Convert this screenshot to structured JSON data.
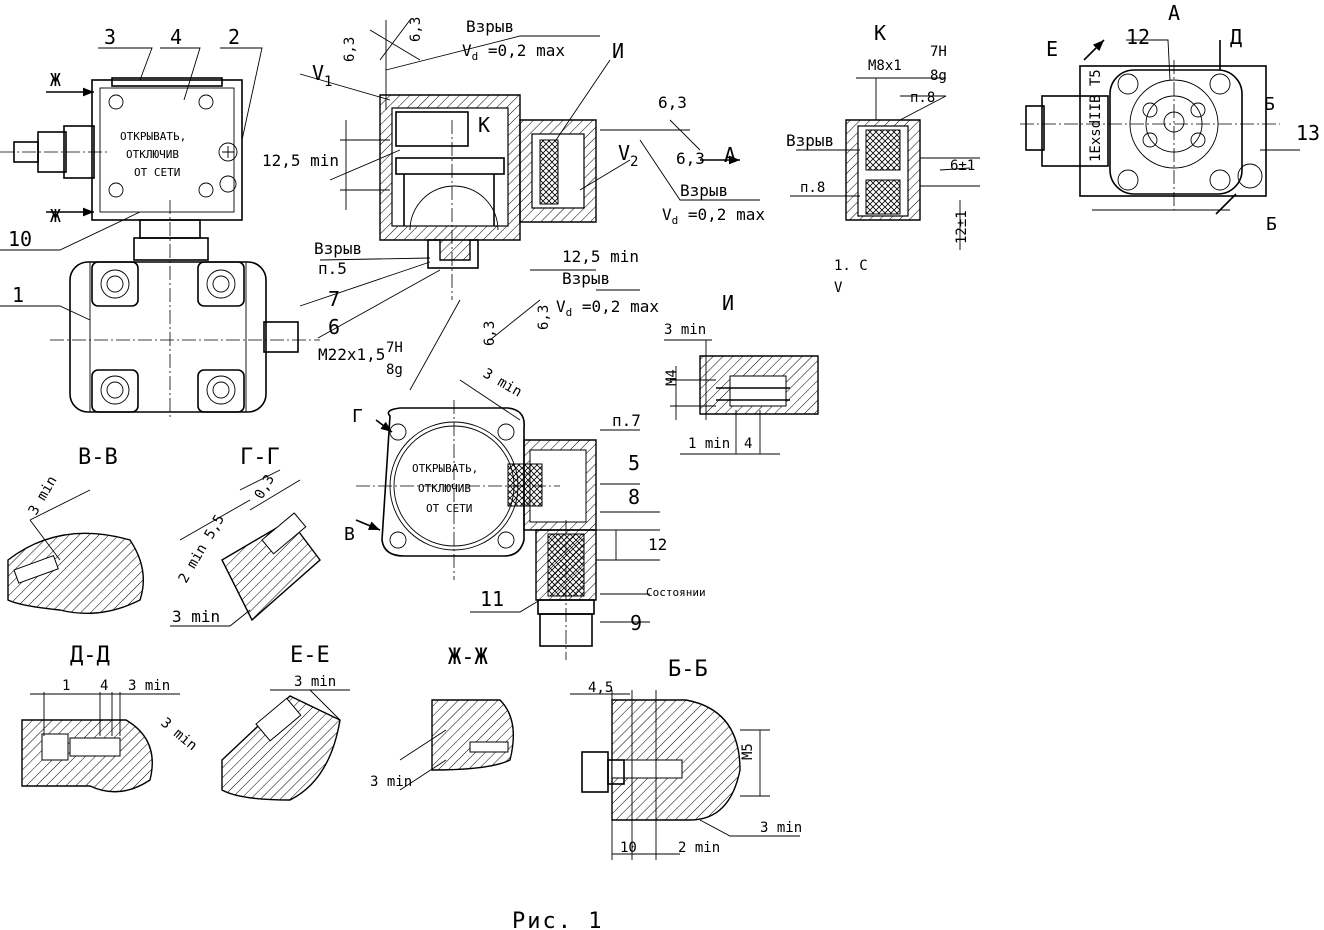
{
  "main_view": {
    "label_1": "1",
    "label_2": "2",
    "label_3": "3",
    "label_4": "4",
    "label_10": "10",
    "plate_line1": "ОТКРЫВАТЬ,",
    "plate_line2": "ОТКЛЮЧИВ",
    "plate_line3": "ОТ СЕТИ",
    "arrow_zh": "Ж"
  },
  "section_v1": {
    "v1": "V",
    "v1_sub": "1",
    "v2": "V",
    "v2_sub": "2",
    "dim_63": "6,3",
    "vzryv": "Взрыв",
    "vd": "V",
    "vd_sub": "d",
    "vd_val": " =0,2 max",
    "min125": "12,5 min",
    "k": "К",
    "i": "И",
    "a": "А",
    "p5": "п.5",
    "l6": "6",
    "l7": "7",
    "thread": "М22x1,5",
    "thread_top": "7H",
    "thread_bot": "8g"
  },
  "view_k": {
    "title": "К",
    "thread": "М8x1",
    "thread_top": "7H",
    "thread_bot": "8g",
    "p8": "п.8",
    "vzryv": "Взрыв",
    "dim_6": "6±1",
    "dim_12": "12±1",
    "note": "1. С",
    "note_v1": "V"
  },
  "view_a": {
    "title": "А",
    "e": "Е",
    "d": "Д",
    "b": "Б",
    "l12": "12",
    "l13": "13",
    "marking": "1ExsdIIB T5"
  },
  "detail_i": {
    "title": "И",
    "min3": "3 min",
    "min1": "1 min",
    "m4": "М4",
    "d4": "4"
  },
  "front_view": {
    "g": "Г",
    "v": "В",
    "plate_line1": "ОТКРЫВАТЬ,",
    "plate_line2": "ОТКЛЮЧИВ",
    "plate_line3": "ОТ СЕТИ",
    "min3": "3 min",
    "p7": "п.7",
    "l5": "5",
    "l8": "8",
    "l9": "9",
    "l11": "11",
    "l12": "12",
    "note": "Состоянии"
  },
  "sections": {
    "vv": "В-В",
    "gg": "Г-Г",
    "dd": "Д-Д",
    "ee": "Е-Е",
    "zhzh": "Ж-Ж",
    "bb": "Б-Б",
    "min3": "3 min",
    "min2": "2 min",
    "d55": "5,5",
    "d03": "0,3",
    "d1": "1",
    "d4": "4",
    "d45": "4,5",
    "d10": "10",
    "m5": "М5"
  },
  "caption": "Рис. 1"
}
